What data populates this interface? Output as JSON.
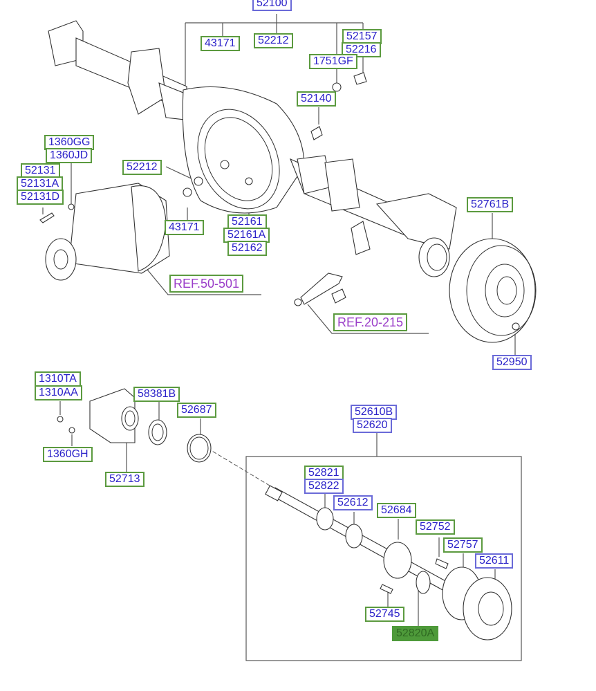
{
  "diagram": {
    "title_part": "52100",
    "colors": {
      "label_text": "#2b22c9",
      "box_green": "#5b9a3f",
      "box_blue": "#6a6ad8",
      "ref_text": "#9b3ec9",
      "highlight_fill": "#4e9a3a"
    },
    "upper_group": {
      "assembly": "52100",
      "labels": {
        "p43171_top": "43171",
        "p52212_top": "52212",
        "p52157": "52157",
        "p52216": "52216",
        "p1751GF": "1751GF",
        "p52140": "52140",
        "p1360GG": "1360GG",
        "p1360JD": "1360JD",
        "p52131": "52131",
        "p52131A": "52131A",
        "p52131D": "52131D",
        "p52212_mid": "52212",
        "p43171_mid": "43171",
        "p52161": "52161",
        "p52161A": "52161A",
        "p52162": "52162",
        "ref_50_501": "REF.50-501",
        "ref_20_215": "REF.20-215",
        "p52761B": "52761B",
        "p52950": "52950"
      }
    },
    "lower_group": {
      "labels": {
        "p1310TA": "1310TA",
        "p1310AA": "1310AA",
        "p1360GH": "1360GH",
        "p52713": "52713",
        "p58381B": "58381B",
        "p52687": "52687",
        "p52610B": "52610B",
        "p52620": "52620",
        "p52821": "52821",
        "p52822": "52822",
        "p52612": "52612",
        "p52684": "52684",
        "p52752": "52752",
        "p52757": "52757",
        "p52611": "52611",
        "p52745": "52745",
        "p52820A": "52820A"
      }
    }
  }
}
